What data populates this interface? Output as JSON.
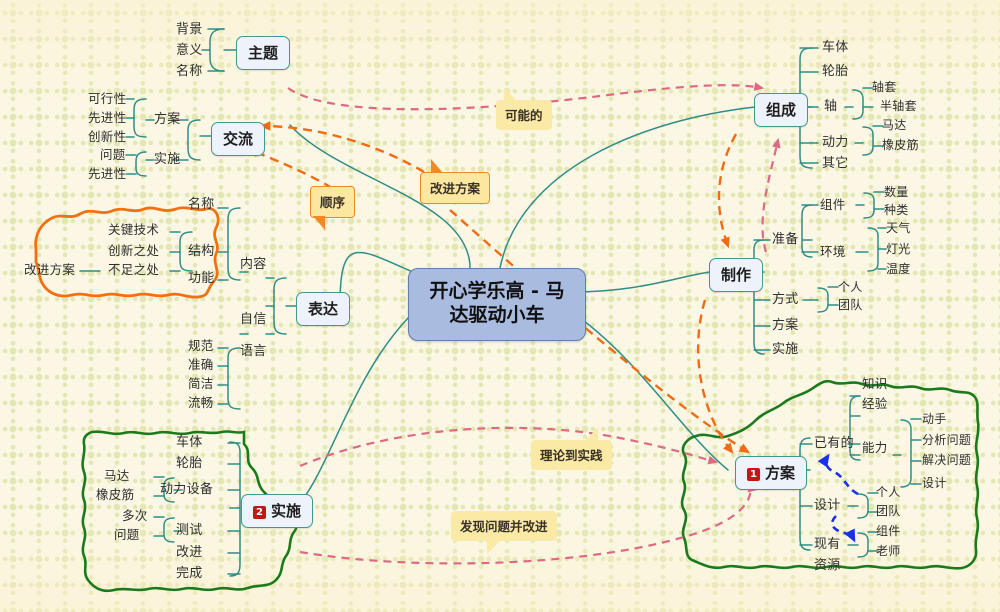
{
  "title": "开心学乐高 - 马达驱动小车 思维导图",
  "center": {
    "text": "开心学乐高 - 马达驱动小车",
    "line1": "开心学乐高 - 马",
    "line2": "达驱动小车"
  },
  "colors": {
    "background": "#fbf7e4",
    "pattern": "#e4e7b4",
    "node_fill": "#eef3fb",
    "node_border": "#3f9a96",
    "center_fill": "#a9bcdf",
    "center_border": "#5f7fae",
    "branch_line": "#2f8d86",
    "callout_fill": "#fbeaa6",
    "callout_border": "#ef8a22",
    "arrow_orange": "#f26a13",
    "arrow_pink": "#dd6a82",
    "arrow_blue": "#1a2ff0",
    "outline_orange": "#f2700f",
    "outline_green": "#1b7a1b",
    "badge_red": "#c01717"
  },
  "main_nodes": [
    {
      "id": "zhuti",
      "label": "主题",
      "badge": null
    },
    {
      "id": "jiaoliu",
      "label": "交流",
      "badge": null
    },
    {
      "id": "biaoda",
      "label": "表达",
      "badge": null
    },
    {
      "id": "zucheng",
      "label": "组成",
      "badge": null
    },
    {
      "id": "zhizuo",
      "label": "制作",
      "badge": null
    },
    {
      "id": "fangan",
      "label": "方案",
      "badge": "1"
    },
    {
      "id": "shishi",
      "label": "实施",
      "badge": "2"
    }
  ],
  "branches": {
    "zhuti": {
      "label": "主题",
      "children": [
        "背景",
        "意义",
        "名称"
      ]
    },
    "jiaoliu": {
      "label": "交流",
      "children": [
        {
          "label": "方案",
          "children": [
            "可行性",
            "先进性",
            "创新性"
          ]
        },
        {
          "label": "实施",
          "children": [
            "问题",
            "先进性"
          ]
        }
      ]
    },
    "biaoda": {
      "label": "表达",
      "children": [
        {
          "label": "内容",
          "children": [
            {
              "label": "名称",
              "children": []
            },
            {
              "label": "结构",
              "children": [
                "关键技术",
                "创新之处",
                "不足之处"
              ],
              "extra": "改进方案"
            },
            {
              "label": "功能",
              "children": []
            }
          ]
        },
        {
          "label": "自信",
          "children": []
        },
        {
          "label": "语言",
          "children": [
            "规范",
            "准确",
            "简洁",
            "流畅"
          ]
        }
      ]
    },
    "zucheng": {
      "label": "组成",
      "children": [
        {
          "label": "车体",
          "children": []
        },
        {
          "label": "轮胎",
          "children": []
        },
        {
          "label": "轴",
          "children": [
            "轴套",
            "半轴套"
          ]
        },
        {
          "label": "动力",
          "children": [
            "马达",
            "橡皮筋"
          ]
        },
        {
          "label": "其它",
          "children": []
        }
      ]
    },
    "zhizuo": {
      "label": "制作",
      "children": [
        {
          "label": "准备",
          "children": [
            {
              "label": "组件",
              "children": [
                "数量",
                "种类"
              ]
            },
            {
              "label": "环境",
              "children": [
                "天气",
                "灯光",
                "温度"
              ]
            }
          ]
        },
        {
          "label": "方式",
          "children": [
            "个人",
            "团队"
          ]
        },
        {
          "label": "方案",
          "children": []
        },
        {
          "label": "实施",
          "children": []
        }
      ]
    },
    "fangan": {
      "label": "方案",
      "badge": "1",
      "children": [
        {
          "label": "已有的",
          "children": [
            {
              "label": "知识",
              "children": []
            },
            {
              "label": "经验",
              "children": []
            },
            {
              "label": "能力",
              "children": [
                "动手",
                "分析问题",
                "解决问题",
                "设计"
              ]
            }
          ]
        },
        {
          "label": "设计",
          "children": [
            "个人",
            "团队"
          ]
        },
        {
          "label": "现有资源",
          "children": [
            "组件",
            "老师"
          ]
        }
      ]
    },
    "shishi": {
      "label": "实施",
      "badge": "2",
      "children": [
        {
          "label": "车体",
          "children": []
        },
        {
          "label": "轮胎",
          "children": []
        },
        {
          "label": "动力设备",
          "children": [
            "马达",
            "橡皮筋"
          ]
        },
        {
          "label": "测试",
          "children": [
            "多次",
            "问题"
          ]
        },
        {
          "label": "改进",
          "children": []
        },
        {
          "label": "完成",
          "children": []
        }
      ]
    }
  },
  "leaf_labels": {
    "beijing": "背景",
    "yiyi": "意义",
    "mingcheng": "名称",
    "fangan_t": "方案",
    "shishi_t": "实施",
    "kexingxing": "可行性",
    "xianjinxing1": "先进性",
    "chuangxinxing": "创新性",
    "wenti1": "问题",
    "xianjinxing2": "先进性",
    "mingcheng2": "名称",
    "jiegou": "结构",
    "gongneng": "功能",
    "neirong": "内容",
    "guanjianjishu": "关键技术",
    "chuangxinzhichu": "创新之处",
    "buzuzhichu": "不足之处",
    "gaijinfangan_left": "改进方案",
    "zixin": "自信",
    "yuyan": "语言",
    "guifan": "规范",
    "zhunque": "准确",
    "jianjie": "简洁",
    "liuchang": "流畅",
    "cheti1": "车体",
    "luntai1": "轮胎",
    "zhou": "轴",
    "zhoutao": "轴套",
    "banzhoutao": "半轴套",
    "dongli": "动力",
    "mada1": "马达",
    "xiangpijin1": "橡皮筋",
    "qita": "其它",
    "zhunbei": "准备",
    "zujian1": "组件",
    "shuliang": "数量",
    "zhonglei": "种类",
    "huanjing": "环境",
    "tianqi": "天气",
    "dengguang": "灯光",
    "wendu": "温度",
    "fangshi": "方式",
    "geren1": "个人",
    "tuandui1": "团队",
    "fangan_c": "方案",
    "shishi_c": "实施",
    "yiyoude": "已有的",
    "zhishi": "知识",
    "jingyan": "经验",
    "nengli": "能力",
    "dongshou": "动手",
    "fenxiwenti": "分析问题",
    "jiejuewenti": "解决问题",
    "sheji_leaf": "设计",
    "sheji": "设计",
    "geren2": "个人",
    "tuandui2": "团队",
    "xianyouziyuan1": "现有",
    "xianyouziyuan2": "资源",
    "zujian2": "组件",
    "laoshi": "老师",
    "cheti2": "车体",
    "luntai2": "轮胎",
    "donglishebei": "动力设备",
    "mada2": "马达",
    "xiangpijin2": "橡皮筋",
    "ceshi": "测试",
    "duoci": "多次",
    "wenti2": "问题",
    "gaijin": "改进",
    "wancheng": "完成"
  },
  "callouts": [
    {
      "id": "kenengde",
      "text": "可能的",
      "bordered": false
    },
    {
      "id": "gaijinfangan",
      "text": "改进方案",
      "bordered": true
    },
    {
      "id": "shunxu",
      "text": "顺序",
      "bordered": true
    },
    {
      "id": "lilundaoshijian",
      "text": "理论到实践",
      "bordered": false
    },
    {
      "id": "faxianwenti",
      "text": "发现问题并改进",
      "bordered": false
    }
  ],
  "annotations": {
    "orange_outline": "hand-drawn orange enclosure around 改进方案 / 关键技术 / 创新之处 / 不足之处",
    "green_outline_left": "hand-drawn green enclosure around 实施 branch",
    "green_outline_right": "hand-drawn green enclosure around 方案 branch"
  }
}
